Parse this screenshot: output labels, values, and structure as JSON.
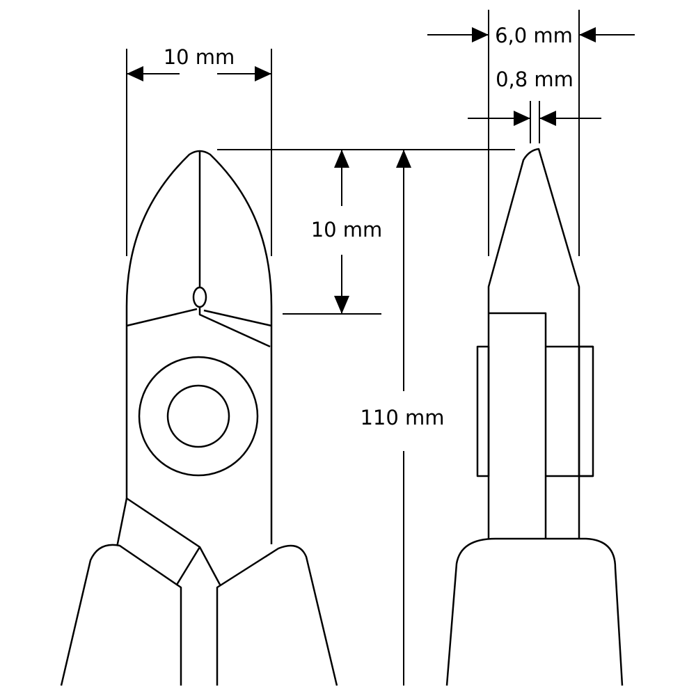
{
  "dimensions": {
    "jaw_width": "10 mm",
    "jaw_length": "10 mm",
    "overall_length": "110 mm",
    "head_thickness": "6,0 mm",
    "tip_thickness": "0,8 mm"
  }
}
